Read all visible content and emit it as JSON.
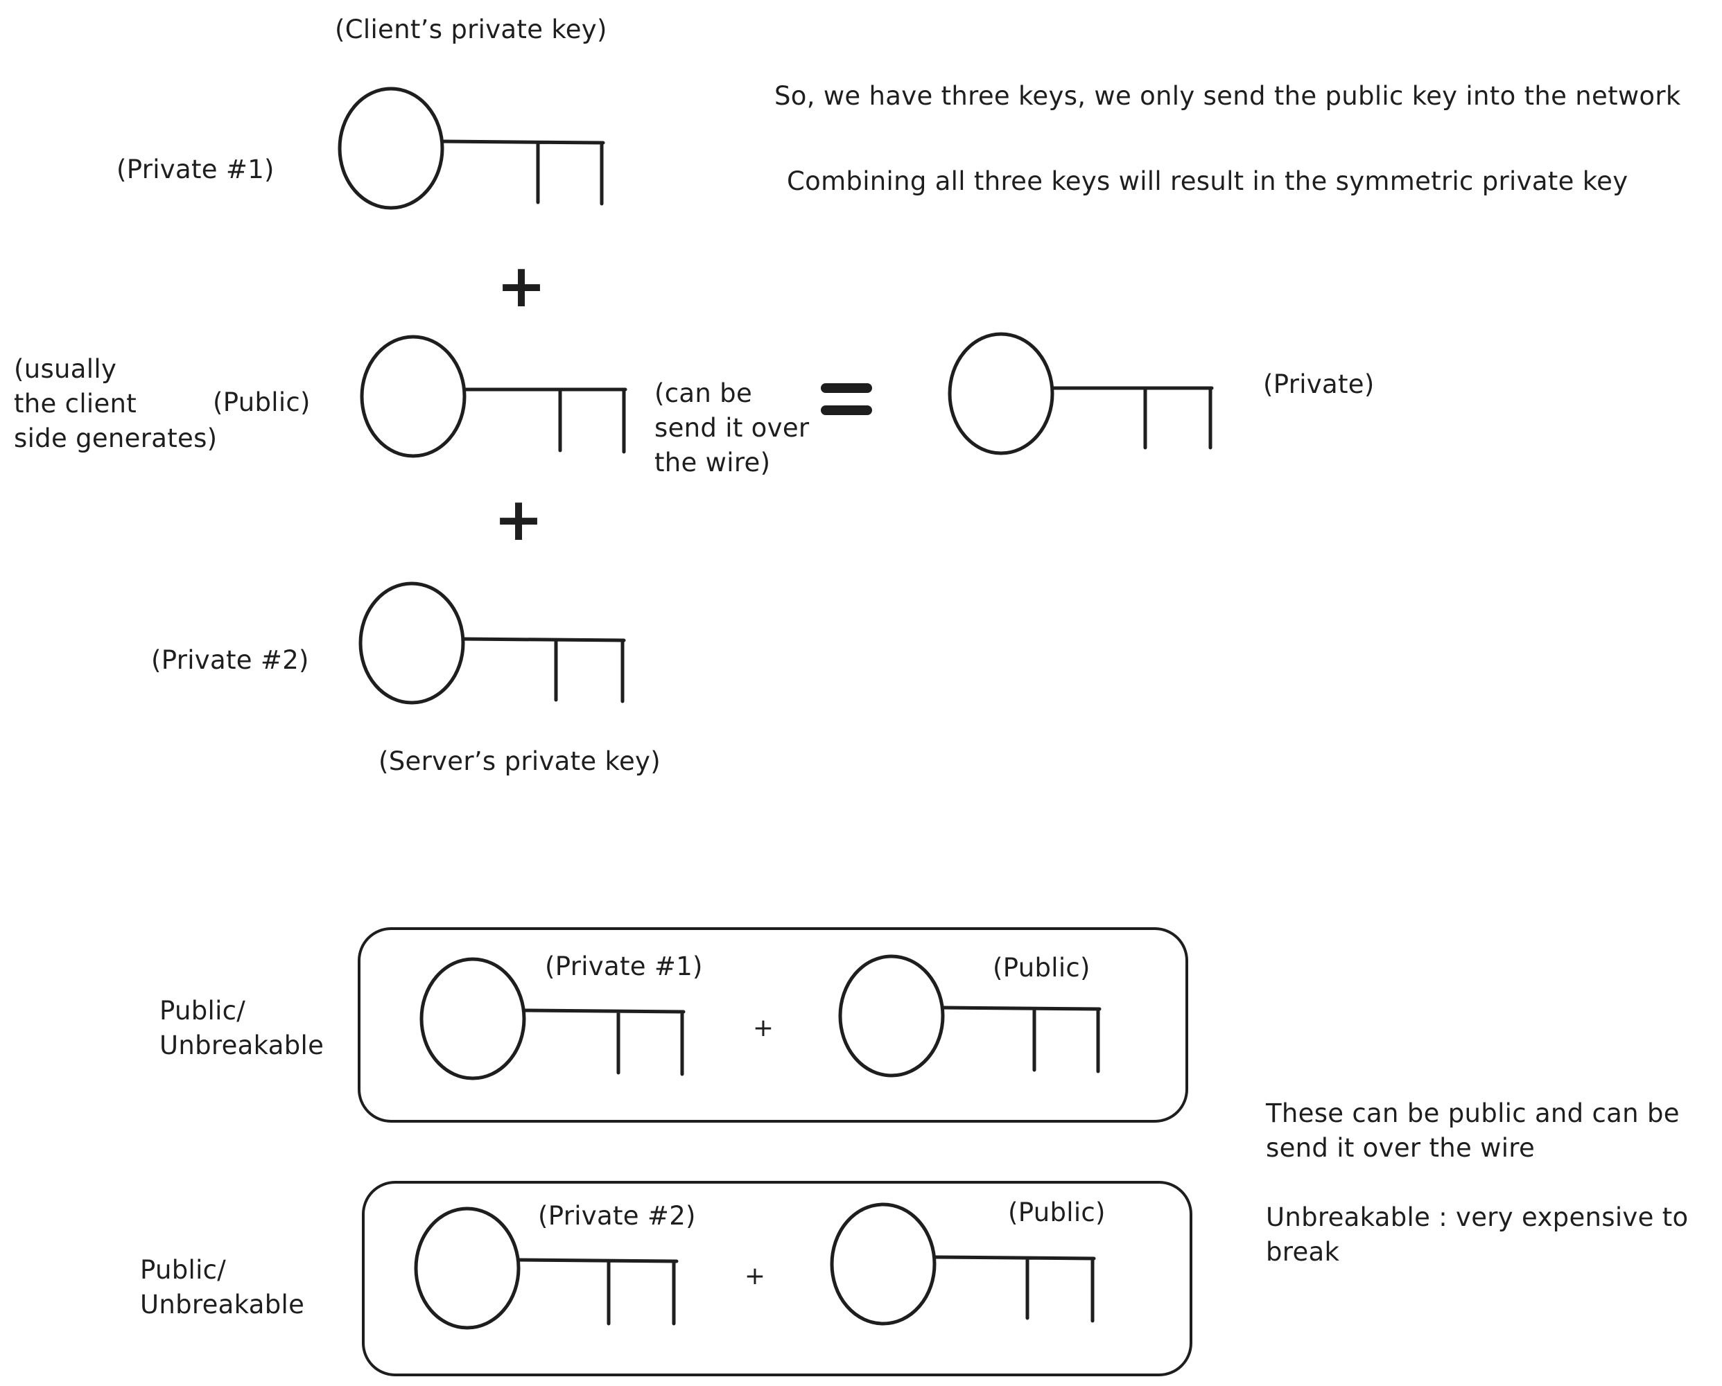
{
  "labels": {
    "client_private_key": "(Client’s private key)",
    "private_1": "(Private #1)",
    "note_three_keys": "So, we have three keys, we only send the public key into the network",
    "note_combining": "Combining all three keys will result in the symmetric private key",
    "usually_client": "(usually\nthe client\nside generates)",
    "public": "(Public)",
    "can_be_send": "(can be\nsend it over\nthe wire)",
    "private_result": "(Private)",
    "private_2": "(Private #2)",
    "server_private_key": "(Server’s private key)"
  },
  "operators": {
    "plus": "+",
    "equals": "="
  },
  "boxes": [
    {
      "side_label": "Public/\nUnbreakable",
      "left_key_label": "(Private #1)",
      "right_key_label": "(Public)",
      "operator": "+"
    },
    {
      "side_label": "Public/\nUnbreakable",
      "left_key_label": "(Private #2)",
      "right_key_label": "(Public)",
      "operator": "+"
    }
  ],
  "notes": {
    "public_wire": "These can be public and can be\nsend it over the wire",
    "unbreakable_def": "Unbreakable : very expensive to\nbreak"
  },
  "colors": {
    "stroke": "#1e1e1e",
    "background": "#ffffff"
  }
}
